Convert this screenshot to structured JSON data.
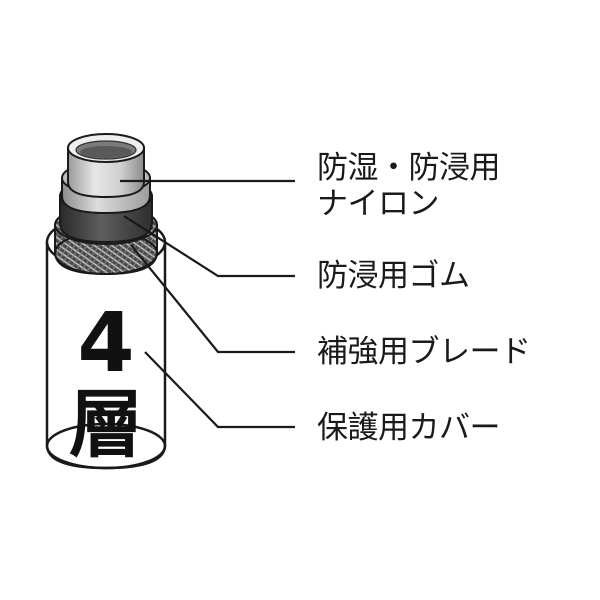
{
  "hose": {
    "layer_number": "4",
    "layer_word": "層"
  },
  "labels": {
    "nylon_line1": "防湿・防浸用",
    "nylon_line2": "ナイロン",
    "rubber": "防浸用ゴム",
    "braid": "補強用ブレード",
    "cover": "保護用カバー"
  },
  "colors": {
    "outline": "#1a1a1a",
    "inner_tube_light": "#d9d9d9",
    "inner_tube_dark": "#7a7a7a",
    "rubber_layer": "#3a3a3a",
    "braid_layer": "#5c5c5c",
    "cover": "#ffffff"
  }
}
